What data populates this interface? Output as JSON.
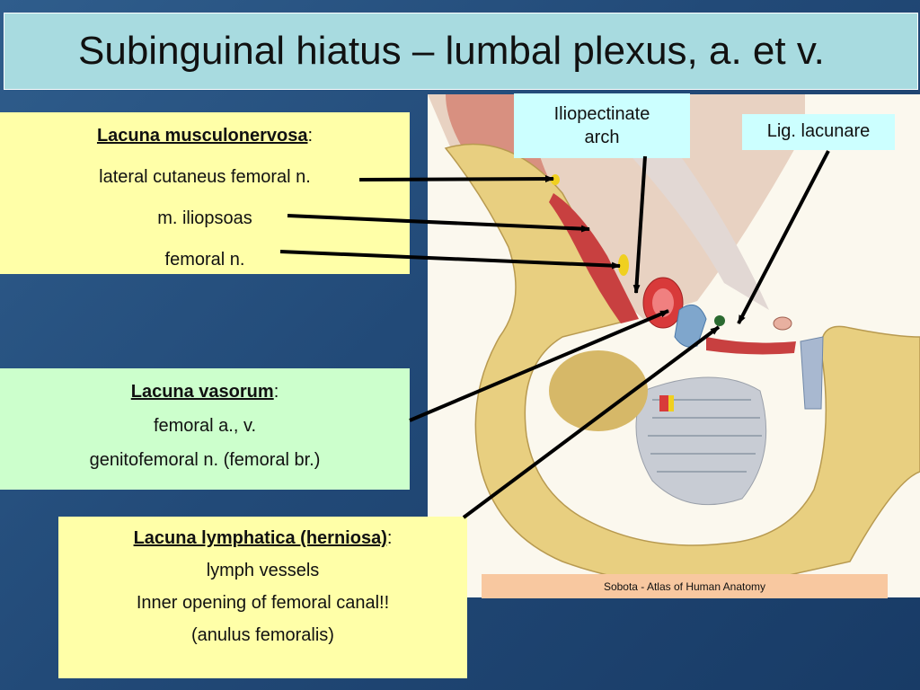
{
  "title": "Subinguinal hiatus – lumbal plexus, a. et v.",
  "musculonervosa": {
    "heading": "Lacuna musculonervosa",
    "suffix": ":",
    "items": [
      "lateral cutaneus femoral n.",
      "m. iliopsoas",
      "femoral n."
    ]
  },
  "vasorum": {
    "heading": "Lacuna vasorum",
    "suffix": ":",
    "items": [
      "femoral a., v.",
      "genitofemoral n. (femoral br.)"
    ]
  },
  "lymphatica": {
    "heading": "Lacuna lymphatica (herniosa)",
    "suffix": ":",
    "items": [
      "lymph vessels",
      "Inner opening of femoral canal!!",
      "(anulus femoralis)"
    ]
  },
  "labels": {
    "iliopectinate_line1": "Iliopectinate",
    "iliopectinate_line2": "arch",
    "lig_lacunare": "Lig. lacunare"
  },
  "credit": "Sobota - Atlas of Human Anatomy",
  "colors": {
    "background": "#224a78",
    "title_bg": "#a8dbe0",
    "yellow_box": "#ffffa8",
    "green_box": "#ccffcc",
    "cyan_label": "#ccffff",
    "credit_bg": "#f8c8a0",
    "artery": "#d83a3a",
    "vein": "#7fa6cc",
    "bone": "#e8cf80",
    "muscle": "#c84040"
  }
}
